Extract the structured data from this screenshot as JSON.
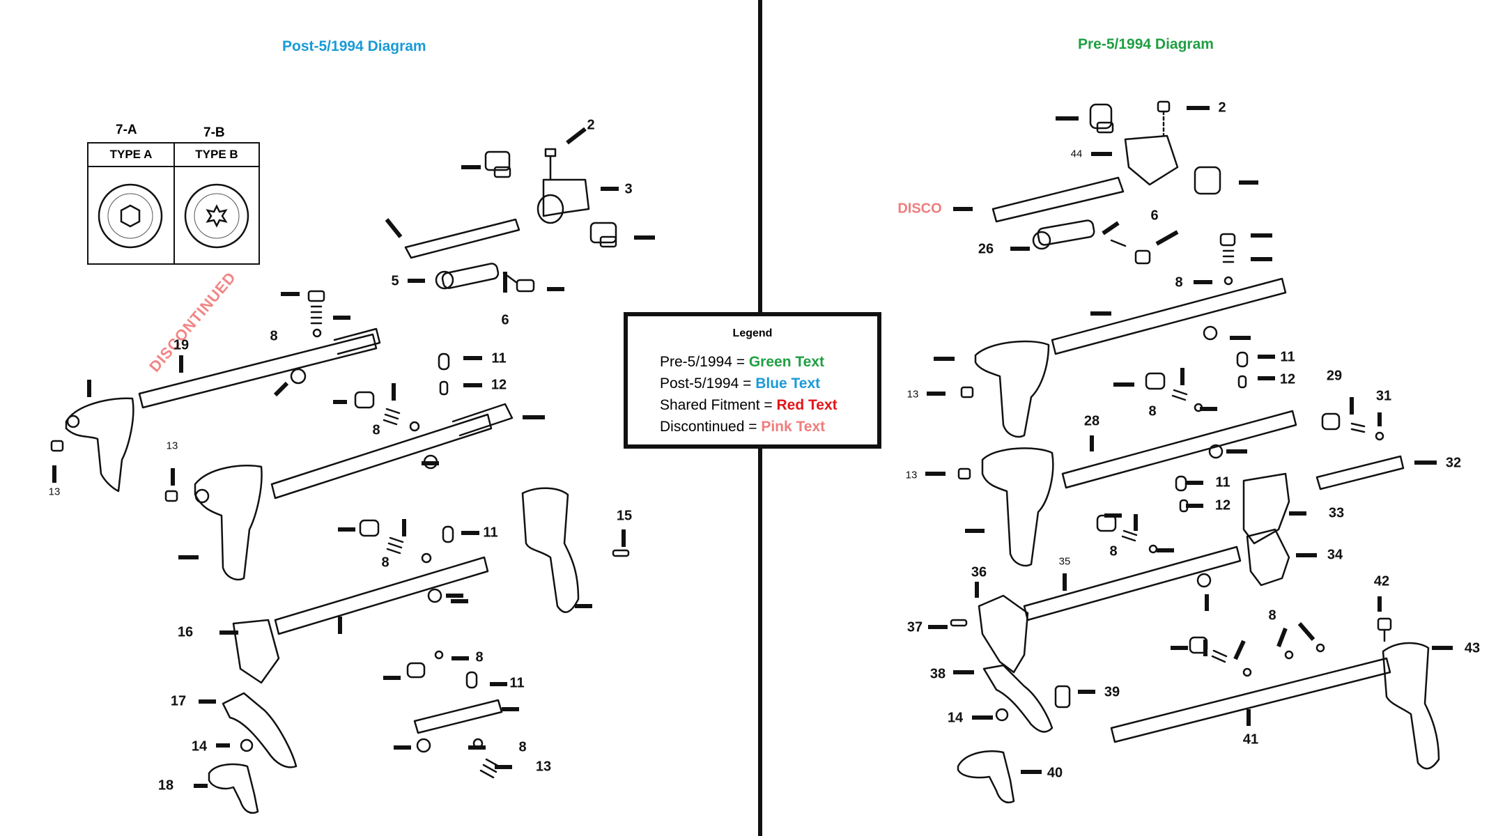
{
  "titles": {
    "post": "Post-5/1994 Diagram",
    "pre": "Pre-5/1994 Diagram"
  },
  "colors": {
    "green": "#1f9f43",
    "blue": "#1a9ad6",
    "red": "#e3151a",
    "pink": "#ef7d7d"
  },
  "legend": {
    "title": "Legend",
    "rows": [
      {
        "prefix": "Pre-5/1994 = ",
        "value": "Green Text"
      },
      {
        "prefix": "Post-5/1994 = ",
        "value": "Blue Text"
      },
      {
        "prefix": "Shared Fitment = ",
        "value": "Red Text"
      },
      {
        "prefix": "Discontinued = ",
        "value": "Pink Text"
      }
    ]
  },
  "type_table": {
    "col_a": {
      "code": "7-A",
      "header": "TYPE A"
    },
    "col_b": {
      "code": "7-B",
      "header": "TYPE B"
    },
    "stamp": "DISCONTINUED"
  },
  "disco_label": "DISCO",
  "callouts": {
    "left": [
      "2",
      "3",
      "5",
      "6",
      "8",
      "19",
      "11",
      "12",
      "8",
      "13",
      "13",
      "15",
      "11",
      "8",
      "16",
      "17",
      "14",
      "18",
      "8",
      "11",
      "8",
      "13"
    ],
    "right": [
      "2",
      "44",
      "6",
      "26",
      "8",
      "11",
      "12",
      "13",
      "8",
      "29",
      "31",
      "28",
      "32",
      "13",
      "11",
      "12",
      "33",
      "8",
      "34",
      "35",
      "36",
      "42",
      "8",
      "37",
      "43",
      "38",
      "39",
      "14",
      "41",
      "40"
    ]
  }
}
